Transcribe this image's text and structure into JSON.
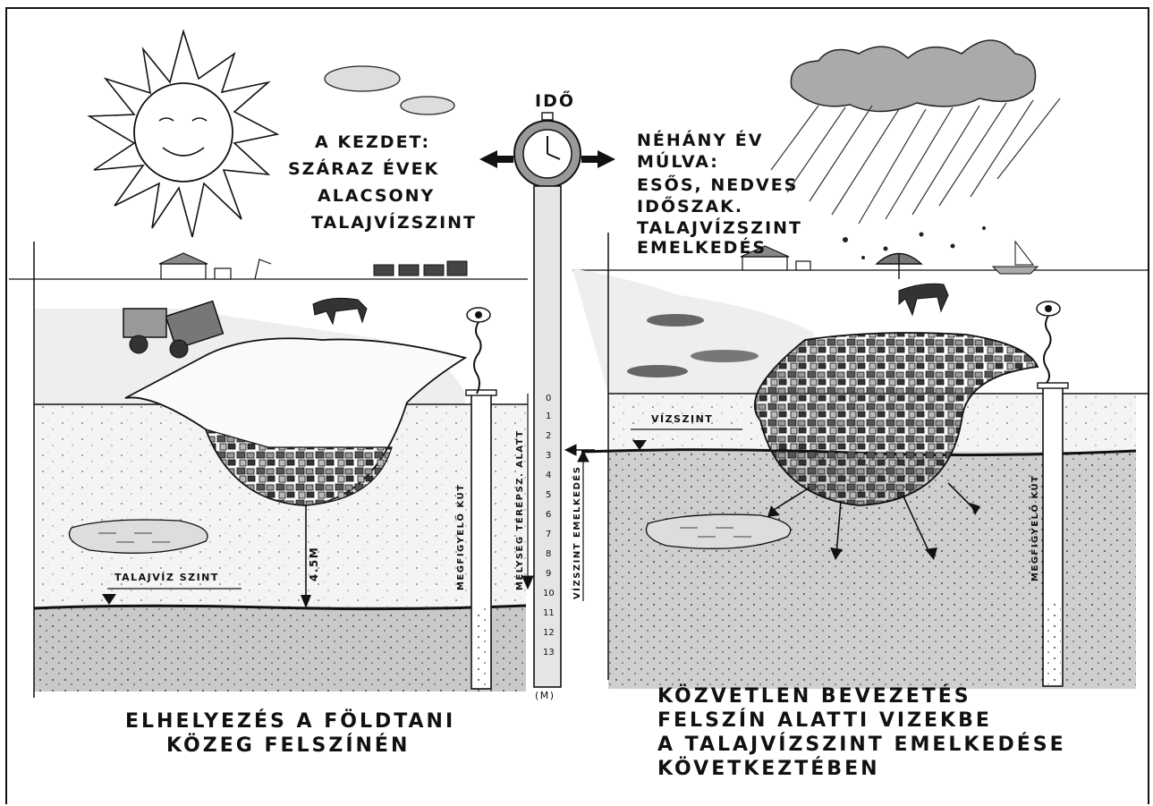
{
  "left_scene": {
    "heading": [
      "A KEZDET:",
      "SZÁRAZ ÉVEK",
      "ALACSONY",
      "TALAJVÍZSZINT"
    ],
    "groundwater_label": "TALAJVÍZ SZINT",
    "depth_label": "4.5M",
    "well_label": "MEGFIGYELŐ KÚT",
    "caption": [
      "ELHELYEZÉS A FÖLDTANI",
      "KÖZEG FELSZÍNÉN"
    ]
  },
  "center": {
    "clock_title": "IDŐ",
    "depth_axis_label": "MÉLYSÉG TEREPSZ. ALATT",
    "rise_label": "VÍZSZINT EMELKEDÉS",
    "unit": "(M)",
    "ticks": [
      "0",
      "1",
      "2",
      "3",
      "4",
      "5",
      "6",
      "7",
      "8",
      "9",
      "10",
      "11",
      "12",
      "13"
    ]
  },
  "right_scene": {
    "heading": [
      "NÉHÁNY ÉV",
      "MÚLVA:",
      "ESŐS, NEDVES",
      "IDŐSZAK.",
      "TALAJVÍZSZINT",
      "EMELKEDÉS"
    ],
    "water_level_label": "VÍZSZINT",
    "well_label": "MEGFIGYELŐ KÚT",
    "caption": [
      "KÖZVETLEN BEVEZETÉS",
      "FELSZÍN ALATTI VIZEKBE",
      "A TALAJVÍZSZINT EMELKEDÉSE",
      "KÖVETKEZTÉBEN"
    ]
  },
  "icons": [
    "sun-icon",
    "cloud-icon",
    "rain-cloud-icon",
    "stopwatch-icon",
    "dump-truck-icon",
    "horse-icon",
    "eye-icon",
    "farmhouse-icon",
    "train-icon",
    "umbrella-icon",
    "sailboat-icon"
  ]
}
